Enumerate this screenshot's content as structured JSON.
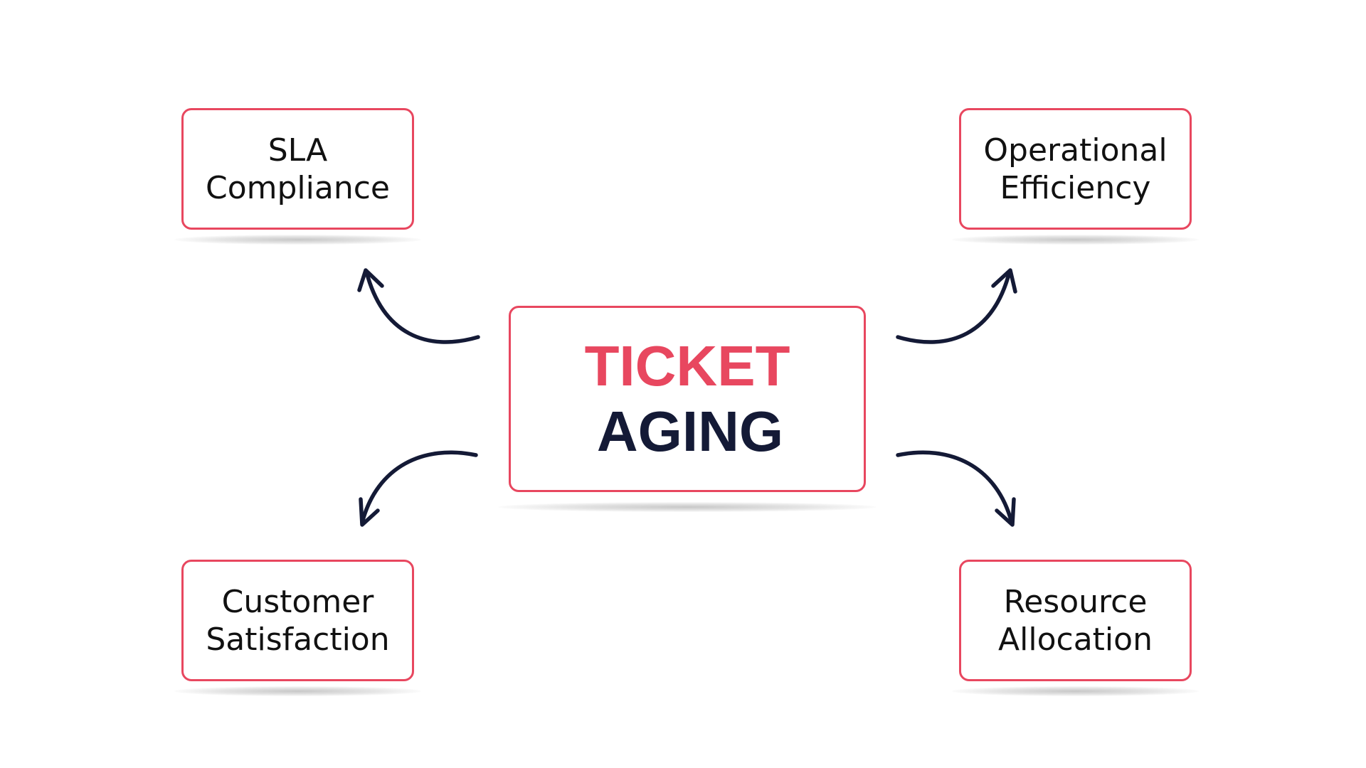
{
  "center_node": {
    "line1": "TICKET",
    "line2": "AGING"
  },
  "nodes": {
    "top_left": {
      "line1": "SLA",
      "line2": "Compliance"
    },
    "top_right": {
      "line1": "Operational",
      "line2": "Efficiency"
    },
    "bottom_left": {
      "line1": "Customer",
      "line2": "Satisfaction"
    },
    "bottom_right": {
      "line1": "Resource",
      "line2": "Allocation"
    }
  },
  "colors": {
    "accent": "#e8475f",
    "dark": "#141a36",
    "text": "#111111",
    "background": "#ffffff"
  }
}
